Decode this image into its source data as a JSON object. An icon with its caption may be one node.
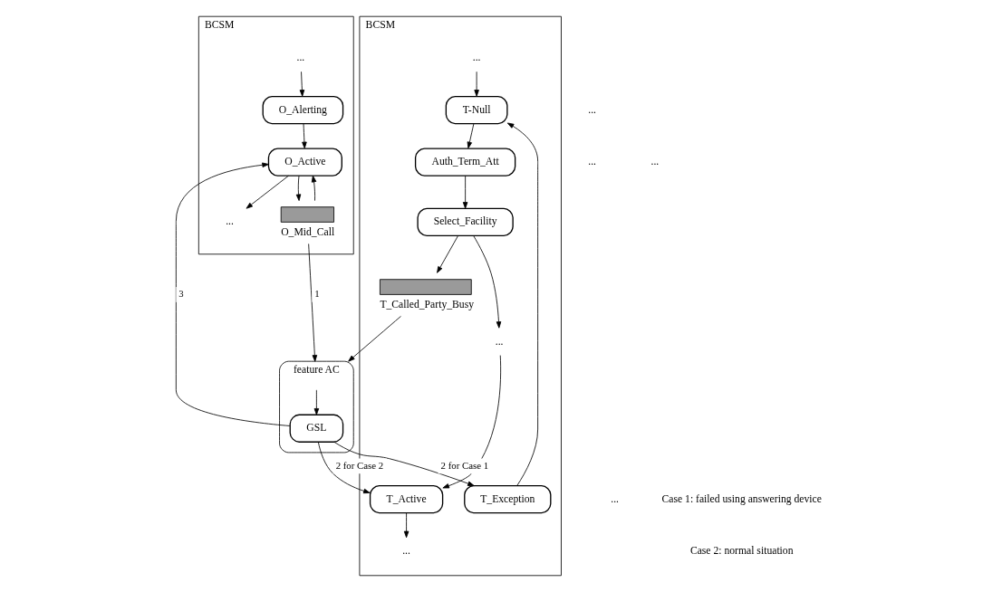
{
  "diagram": {
    "nodes": [
      {
        "text": [
          "BCSM"
        ]
      },
      {
        "text": [
          "..."
        ],
        "in": 0
      },
      {
        "text": [
          "O_Alerting"
        ],
        "in": 0
      },
      {
        "text": [
          "O_Active"
        ],
        "in": 0
      },
      {
        "text": [
          "..."
        ],
        "in": 0
      },
      {
        "text": [
          "O_Mid_Call"
        ],
        "in": 0
      },
      {
        "text": [
          "BCSM"
        ]
      },
      {
        "text": [
          "..."
        ],
        "in": 6
      },
      {
        "text": [
          "T_Exception"
        ],
        "in": 6
      },
      {
        "text": [
          "T-Null"
        ],
        "in": 6
      },
      {
        "text": [
          "Auth_Term_Att"
        ],
        "in": 6
      },
      {
        "text": [
          "Select_Facility"
        ],
        "in": 6
      },
      {
        "text": [
          "T_Called_Party_Busy"
        ],
        "in": 6
      },
      {
        "text": [
          "..."
        ],
        "in": 6
      },
      {
        "text": [
          "T_Active"
        ],
        "in": 6
      },
      {
        "text": [
          "..."
        ],
        "in": 6
      },
      {
        "text": [
          "feature AC"
        ]
      },
      {
        "text": [
          "GSL"
        ],
        "in": 16
      }
    ],
    "edges": [
      {
        "from": 1,
        "to": 2,
        "arrow": "to"
      },
      {
        "from": 2,
        "to": 3,
        "arrow": "to"
      },
      {
        "from": 3,
        "to": 4,
        "arrow": "to"
      },
      {
        "from": 3,
        "to": 5,
        "arrow": "to"
      },
      {
        "from": 5,
        "to": 3,
        "arrow": "to"
      },
      {
        "from": 5,
        "to": 16,
        "arrow": "to",
        "label": "1"
      },
      {
        "from": 12,
        "to": 16,
        "arrow": "to"
      },
      {
        "from": 16,
        "to": 17,
        "arrow": "to"
      },
      {
        "from": 17,
        "to": 3,
        "arrow": "to",
        "label": "3"
      },
      {
        "from": 17,
        "to": 8,
        "arrow": "to",
        "label": "2 for Case 1"
      },
      {
        "from": 17,
        "to": 14,
        "arrow": "to",
        "label": "2 for Case 2"
      },
      {
        "from": 8,
        "to": 9,
        "arrow": "to"
      },
      {
        "from": 7,
        "to": 9,
        "arrow": "to"
      },
      {
        "from": 9,
        "to": 10,
        "arrow": "to"
      },
      {
        "from": 10,
        "to": 11,
        "arrow": "to"
      },
      {
        "from": 11,
        "to": 12,
        "arrow": "to"
      },
      {
        "from": 11,
        "to": 13,
        "arrow": "to"
      },
      {
        "from": 13,
        "to": 14,
        "arrow": "to"
      },
      {
        "from": 14,
        "to": 15,
        "arrow": "to"
      }
    ],
    "labels": [
      "...",
      "...",
      "...",
      "...",
      "Case 1: failed using answering device",
      "Case 2: normal situation"
    ]
  }
}
